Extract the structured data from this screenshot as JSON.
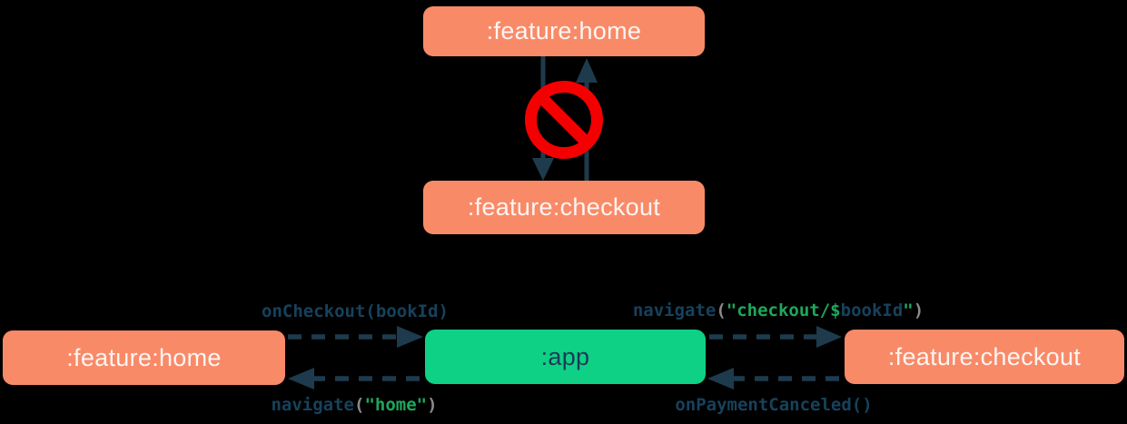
{
  "top_diagram": {
    "home_label": ":feature:home",
    "checkout_label": ":feature:checkout",
    "relation": "forbidden-direct-dependency"
  },
  "bottom_diagram": {
    "home_label": ":feature:home",
    "app_label": ":app",
    "checkout_label": ":feature:checkout"
  },
  "code_labels": {
    "on_checkout": {
      "fn": "onCheckout",
      "open": "(",
      "arg": "bookId",
      "close": ")"
    },
    "navigate_checkout": {
      "fn": "navigate",
      "open": "(",
      "string_head": "\"checkout/$",
      "arg": "bookId",
      "string_tail": "\"",
      "close": ")"
    },
    "navigate_home": {
      "fn": "navigate",
      "open": "(",
      "string": "\"home\"",
      "close": ")"
    },
    "on_payment_canceled": {
      "fn": "onPaymentCanceled",
      "parens": "()"
    }
  },
  "icons": {
    "no_entry": "no-entry-prohibition-sign"
  },
  "colors": {
    "background": "#000000",
    "feature_box": "#F98A68",
    "app_box": "#0ED186",
    "arrow": "#1E3B4D",
    "code_navy": "#16425C",
    "code_green": "#1EA75B",
    "code_gray": "#8A8A8A",
    "no_entry_red": "#F50000",
    "feature_text": "#FCF5F2",
    "app_text": "#1C3A55"
  }
}
